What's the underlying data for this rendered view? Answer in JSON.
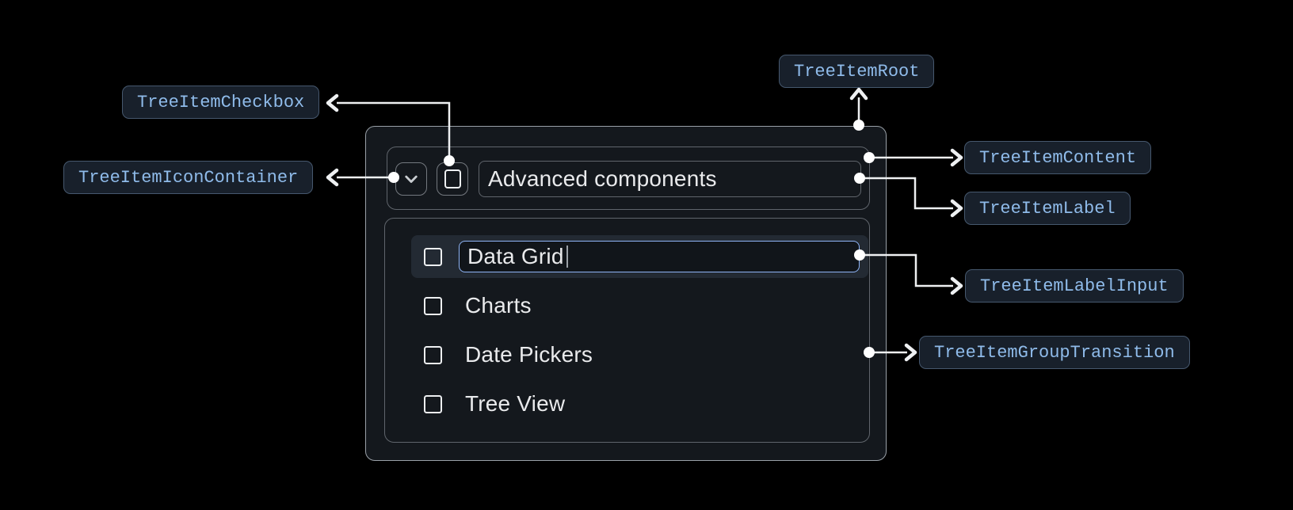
{
  "annotations": {
    "root": {
      "label": "TreeItemRoot"
    },
    "content": {
      "label": "TreeItemContent"
    },
    "label": {
      "label": "TreeItemLabel"
    },
    "label_input": {
      "label": "TreeItemLabelInput"
    },
    "group_transition": {
      "label": "TreeItemGroupTransition"
    },
    "checkbox": {
      "label": "TreeItemCheckbox"
    },
    "icon_container": {
      "label": "TreeItemIconContainer"
    }
  },
  "tree": {
    "parent": {
      "label": "Advanced components",
      "expanded": true,
      "checkbox_checked": false
    },
    "label_input": {
      "value": "Data Grid"
    },
    "children": [
      {
        "label": "Data Grid",
        "state": "editing",
        "checkbox_checked": false
      },
      {
        "label": "Charts",
        "checkbox_checked": false
      },
      {
        "label": "Date Pickers",
        "checkbox_checked": false
      },
      {
        "label": "Tree View",
        "checkbox_checked": false
      }
    ]
  },
  "colors": {
    "page_background": "#000000",
    "root_background": "#14181d",
    "root_border": "#9aa1a8",
    "inner_border": "#60656c",
    "row_highlight": "#232a33",
    "input_border": "#8fb4f6",
    "input_background": "#11151a",
    "badge_background": "#18202b",
    "badge_border": "#46586e",
    "badge_text": "#8fbbea",
    "connector": "#eef0f2",
    "text": "#e9eaec"
  }
}
